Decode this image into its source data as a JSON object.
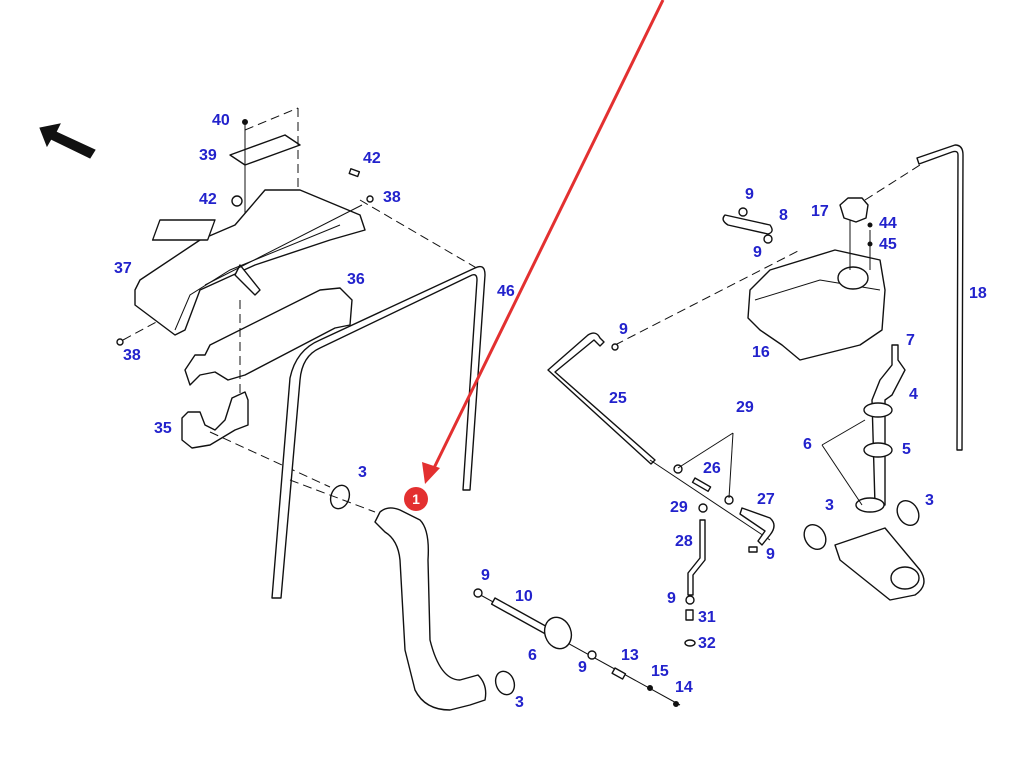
{
  "diagram": {
    "title": "Cooling system hoses and expansion tank - exploded parts view",
    "direction_arrow": "forward-direction-arrow",
    "highlight": {
      "callout_number": "1",
      "color": "#e33030",
      "points_to": "part 1 (upper radiator hose)"
    },
    "label_color": "#2222cc",
    "labels": [
      {
        "id": "40",
        "text": "40"
      },
      {
        "id": "39",
        "text": "39"
      },
      {
        "id": "42a",
        "text": "42"
      },
      {
        "id": "42b",
        "text": "42"
      },
      {
        "id": "38a",
        "text": "38"
      },
      {
        "id": "37",
        "text": "37"
      },
      {
        "id": "38b",
        "text": "38"
      },
      {
        "id": "36",
        "text": "36"
      },
      {
        "id": "46",
        "text": "46"
      },
      {
        "id": "35",
        "text": "35"
      },
      {
        "id": "3a",
        "text": "3"
      },
      {
        "id": "3b",
        "text": "3"
      },
      {
        "id": "9a",
        "text": "9"
      },
      {
        "id": "10",
        "text": "10"
      },
      {
        "id": "6a",
        "text": "6"
      },
      {
        "id": "9b",
        "text": "9"
      },
      {
        "id": "13",
        "text": "13"
      },
      {
        "id": "15",
        "text": "15"
      },
      {
        "id": "14",
        "text": "14"
      },
      {
        "id": "9c",
        "text": "9"
      },
      {
        "id": "8",
        "text": "8"
      },
      {
        "id": "9d",
        "text": "9"
      },
      {
        "id": "17",
        "text": "17"
      },
      {
        "id": "44",
        "text": "44"
      },
      {
        "id": "45",
        "text": "45"
      },
      {
        "id": "18",
        "text": "18"
      },
      {
        "id": "16",
        "text": "16"
      },
      {
        "id": "7",
        "text": "7"
      },
      {
        "id": "9e",
        "text": "9"
      },
      {
        "id": "25",
        "text": "25"
      },
      {
        "id": "29a",
        "text": "29"
      },
      {
        "id": "26",
        "text": "26"
      },
      {
        "id": "27",
        "text": "27"
      },
      {
        "id": "29b",
        "text": "29"
      },
      {
        "id": "28",
        "text": "28"
      },
      {
        "id": "9f",
        "text": "9"
      },
      {
        "id": "9g",
        "text": "9"
      },
      {
        "id": "31",
        "text": "31"
      },
      {
        "id": "32",
        "text": "32"
      },
      {
        "id": "4",
        "text": "4"
      },
      {
        "id": "6b",
        "text": "6"
      },
      {
        "id": "5",
        "text": "5"
      },
      {
        "id": "3c",
        "text": "3"
      },
      {
        "id": "3d",
        "text": "3"
      }
    ]
  }
}
